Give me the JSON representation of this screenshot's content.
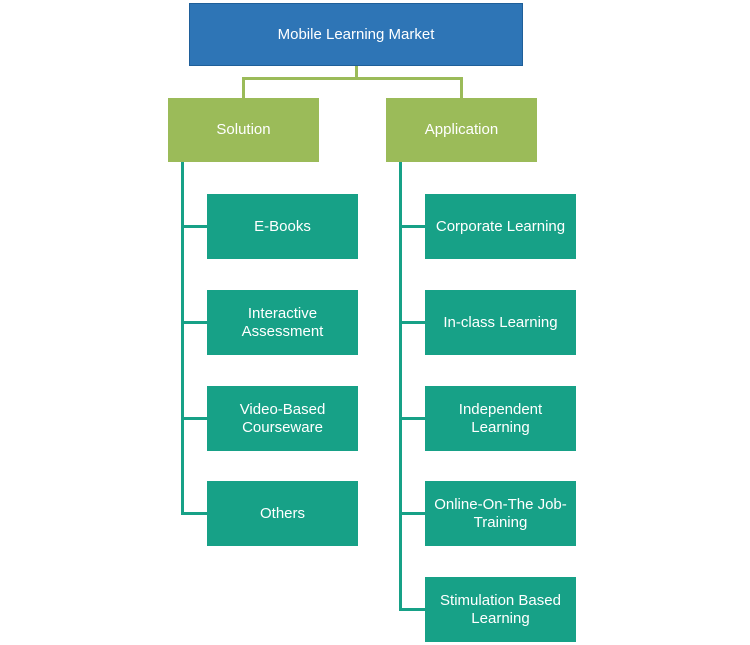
{
  "root": {
    "label": "Mobile Learning Market"
  },
  "categories": [
    {
      "label": "Solution",
      "items": [
        "E-Books",
        "Interactive\nAssessment",
        "Video-Based\nCourseware",
        "Others"
      ]
    },
    {
      "label": "Application",
      "items": [
        "Corporate Learning",
        "In-class Learning",
        "Independent\nLearning",
        "Online-On-The Job-\nTraining",
        "Stimulation Based\nLearning"
      ]
    }
  ],
  "colors": {
    "root": "#2e75b6",
    "category": "#9bbb59",
    "leaf": "#17a187"
  }
}
